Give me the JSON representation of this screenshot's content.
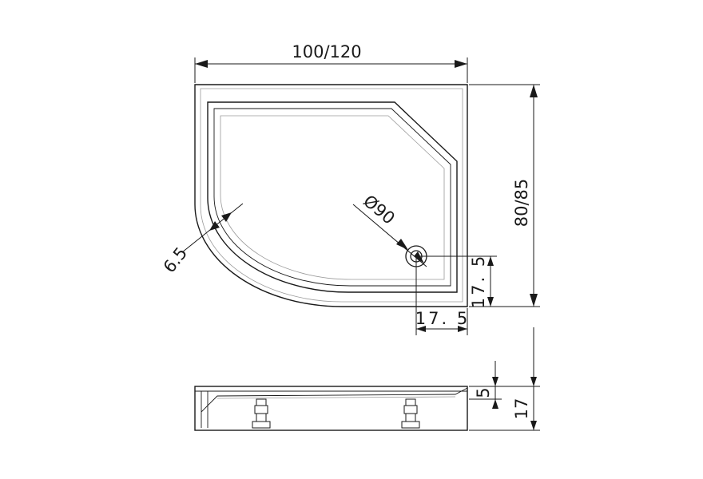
{
  "drawing": {
    "dimensions": {
      "overall_width": "100/120",
      "overall_depth": "80/85",
      "rim_width": "6.5",
      "drain_diameter": "Ø90",
      "drain_offset_right": "17. 5",
      "drain_offset_front": "17. 5",
      "floor_step": "5",
      "total_height": "17"
    }
  }
}
